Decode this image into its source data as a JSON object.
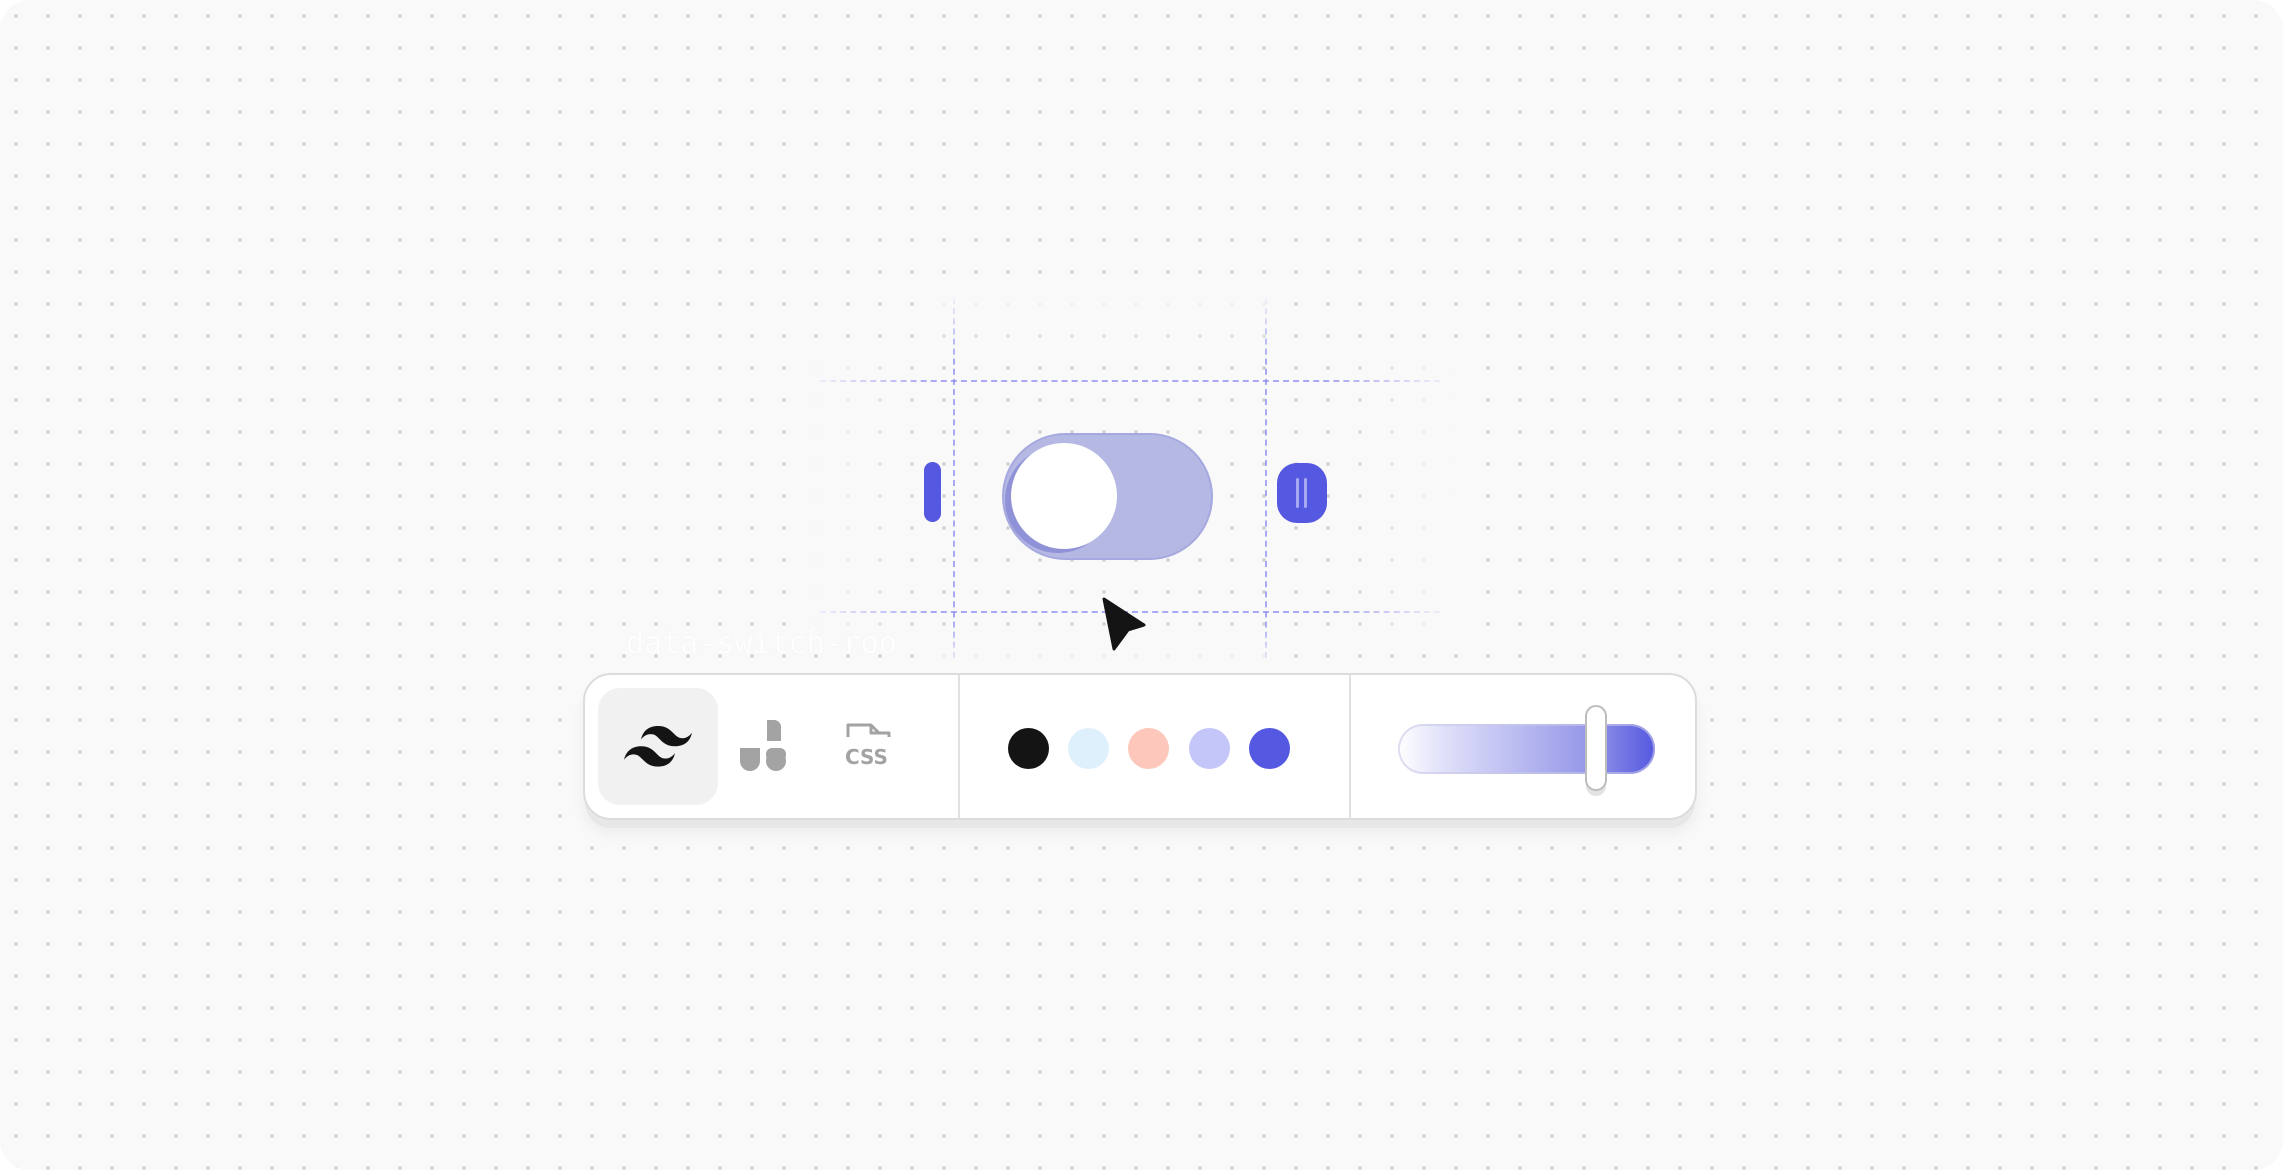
{
  "canvas": {
    "background": "#f9f9f9",
    "dot_color": "#cfcfcf"
  },
  "preview": {
    "component": "switch",
    "switch_state": "off",
    "track_color": "#b6b8e4",
    "thumb_color": "#ffffff",
    "accent": "#5558e0",
    "attribute_label": "data-switch-roo",
    "icons": [
      "resize-handle-left-icon",
      "resize-handle-right-icon",
      "cursor-arrow-icon"
    ]
  },
  "toolbar": {
    "frameworks": [
      {
        "name": "tailwind-icon",
        "active": true
      },
      {
        "name": "stylex-icon",
        "active": false
      },
      {
        "name": "css-icon",
        "active": false,
        "label": "CSS"
      }
    ],
    "colors": [
      {
        "name": "black",
        "hex": "#141414"
      },
      {
        "name": "light-blue",
        "hex": "#dff0fd"
      },
      {
        "name": "peach",
        "hex": "#fec7bb"
      },
      {
        "name": "lavender",
        "hex": "#c4c6f9"
      },
      {
        "name": "indigo",
        "hex": "#5558e0"
      }
    ],
    "slider": {
      "value": 0.83,
      "gradient_end": "#5558e0"
    }
  }
}
